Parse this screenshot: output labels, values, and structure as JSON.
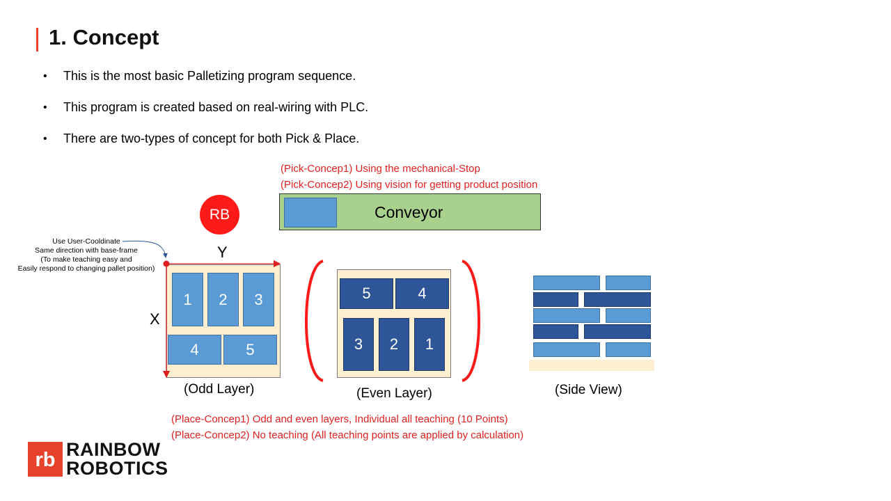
{
  "header": {
    "title": "1. Concept"
  },
  "bullets": [
    "This is the most basic Palletizing program sequence.",
    "This program is created based on real-wiring with PLC.",
    "There are two-types of concept for both Pick & Place."
  ],
  "pick_notes": [
    "(Pick-Concep1) Using the mechanical-Stop",
    "(Pick-Concep2) Using vision for getting product position"
  ],
  "robot_label": "RB",
  "conveyor_label": "Conveyor",
  "user_coord_note": [
    "Use User-Cooldinate",
    "Same direction with base-frame",
    "(To make teaching easy and",
    "Easily respond to changing pallet position)"
  ],
  "axis": {
    "y": "Y",
    "x": "X"
  },
  "odd_layer": {
    "boxes": [
      "1",
      "2",
      "3",
      "4",
      "5"
    ],
    "caption": "(Odd  Layer)"
  },
  "even_layer": {
    "boxes": [
      "5",
      "4",
      "3",
      "2",
      "1"
    ],
    "caption": "(Even Layer)"
  },
  "side_view": {
    "caption": "(Side View)"
  },
  "place_notes": [
    "(Place-Concep1) Odd and even layers, Individual all teaching (10 Points)",
    "(Place-Concep2) No teaching (All teaching points are applied by calculation)"
  ],
  "logo": {
    "line1": "RAINBOW",
    "line2": "ROBOTICS",
    "mark": "rb"
  },
  "colors": {
    "accent_red": "#e8412c",
    "note_red": "#e02020",
    "box_light": "#5b9bd5",
    "box_dark": "#2e5597",
    "pallet": "#fdefd0",
    "conveyor": "#a9d18e"
  }
}
